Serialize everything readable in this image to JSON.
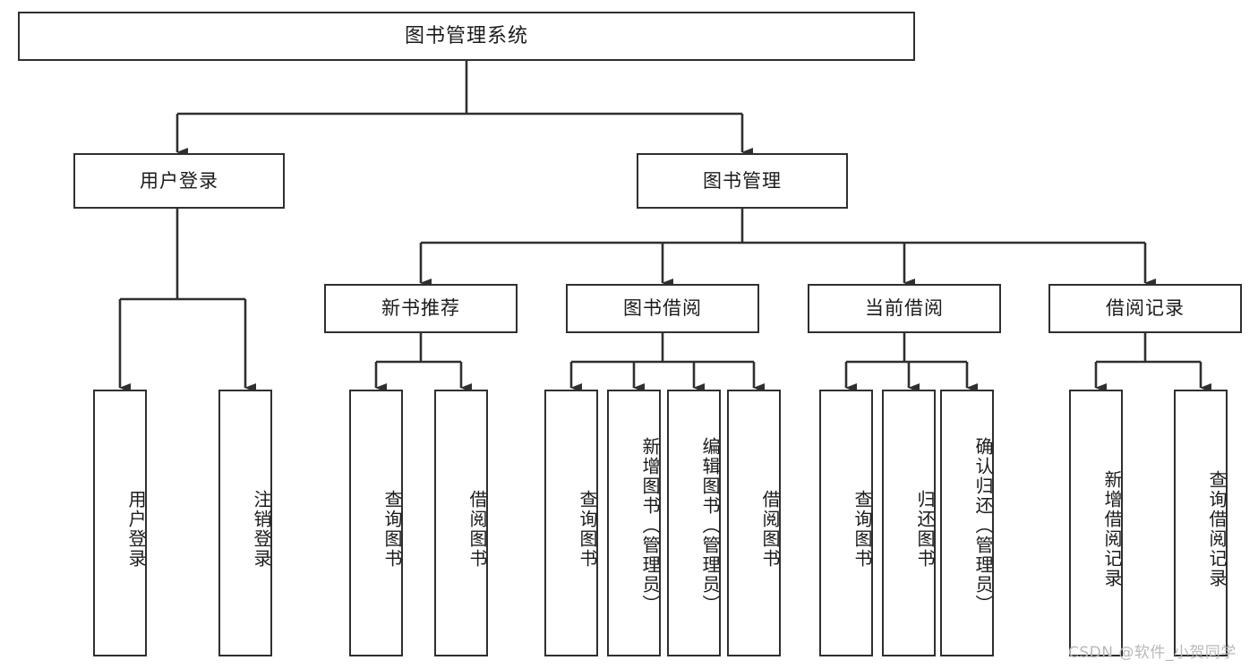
{
  "diagram": {
    "type": "tree-hierarchy-chart",
    "title": "图书管理系统",
    "background_color": "#ffffff",
    "line_color": "#2f2f2f",
    "text_color": "#1b1b1b",
    "levels": 3
  },
  "root": {
    "label": "图书管理系统"
  },
  "level2": [
    {
      "label": "用户登录"
    },
    {
      "label": "图书管理"
    }
  ],
  "level3": [
    {
      "label": "新书推荐"
    },
    {
      "label": "图书借阅"
    },
    {
      "label": "当前借阅"
    },
    {
      "label": "借阅记录"
    }
  ],
  "leaves": {
    "user_login": [
      {
        "label": "用户登录"
      },
      {
        "label": "注销登录"
      }
    ],
    "new_book_recommend": [
      {
        "label": "查询图书"
      },
      {
        "label": "借阅图书"
      }
    ],
    "book_borrow": [
      {
        "label": "查询图书"
      },
      {
        "label": "新增图书（管理员）"
      },
      {
        "label": "编辑图书（管理员）"
      },
      {
        "label": "借阅图书"
      }
    ],
    "current_borrow": [
      {
        "label": "查询图书"
      },
      {
        "label": "归还图书"
      },
      {
        "label": "确认归还（管理员）"
      }
    ],
    "borrow_record": [
      {
        "label": "新增借阅记录"
      },
      {
        "label": "查询借阅记录"
      }
    ]
  },
  "watermark": {
    "text": "CSDN @软件_小贺同学"
  }
}
